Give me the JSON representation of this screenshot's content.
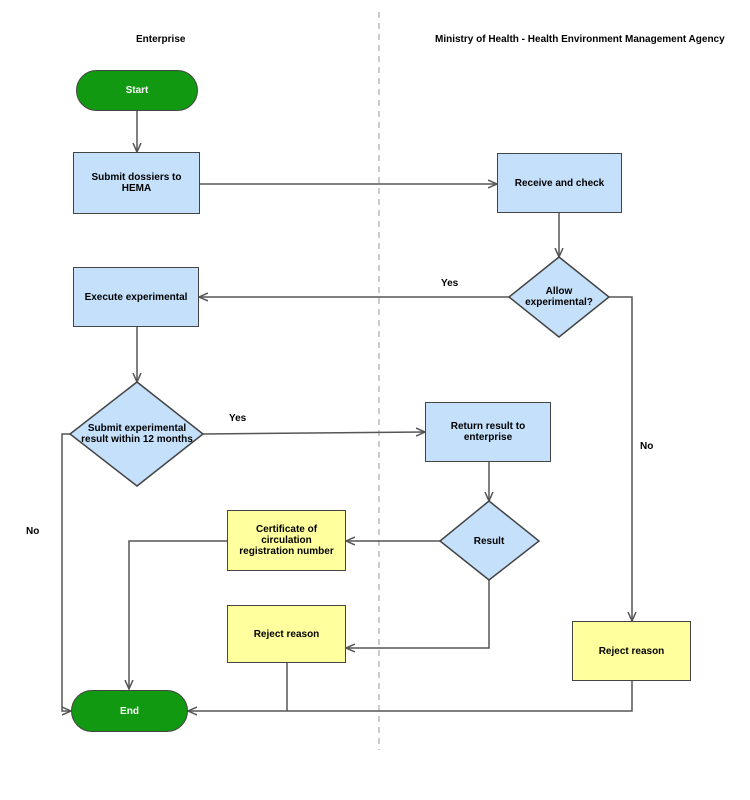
{
  "lanes": {
    "left": "Enterprise",
    "right": "Ministry of Health - Health Environment Management Agency"
  },
  "nodes": {
    "start": "Start",
    "submit_dossiers": "Submit dossiers to HEMA",
    "receive_check": "Receive and check",
    "allow_experimental": "Allow experimental?",
    "execute_experimental": "Execute experimental",
    "submit_result": "Submit experimental result within 12 months",
    "return_result": "Return result to enterprise",
    "result": "Result",
    "certificate": "Certificate of circulation registration number",
    "reject_reason_left": "Reject reason",
    "reject_reason_right": "Reject reason",
    "end": "End"
  },
  "edge_labels": {
    "allow_yes": "Yes",
    "allow_no": "No",
    "submit_yes": "Yes",
    "submit_no": "No"
  },
  "colors": {
    "process": "#c4e0fb",
    "outcome": "#ffff9d",
    "terminal": "#119a11",
    "connector": "#555555",
    "lane_divider": "#bbbbbb"
  }
}
